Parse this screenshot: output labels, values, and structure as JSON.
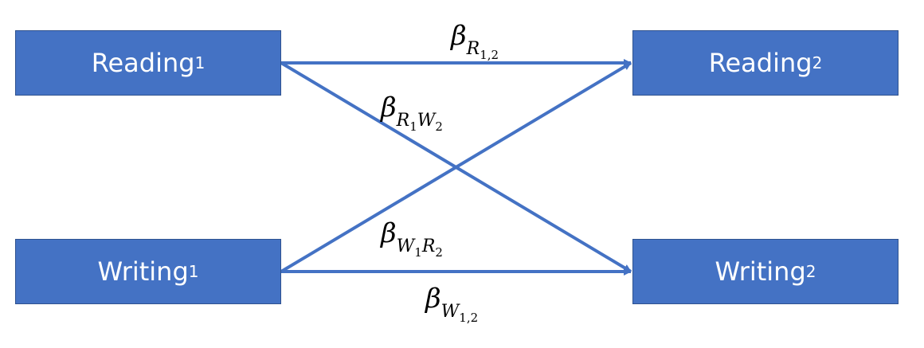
{
  "diagram": {
    "accent_color": "#4472c4",
    "boxes": [
      {
        "id": "r1",
        "name": "Reading",
        "index": "1"
      },
      {
        "id": "w1",
        "name": "Writing",
        "index": "1"
      },
      {
        "id": "r2",
        "name": "Reading",
        "index": "2"
      },
      {
        "id": "w2",
        "name": "Writing",
        "index": "2"
      }
    ],
    "paths": [
      {
        "from": "r1",
        "to": "r2",
        "symbol": "β",
        "sub": "R",
        "subsub": "1,2",
        "sub2": "",
        "subsub2": ""
      },
      {
        "from": "r1",
        "to": "w2",
        "symbol": "β",
        "sub": "R",
        "subsub": "1",
        "sub2": "W",
        "subsub2": "2"
      },
      {
        "from": "w1",
        "to": "r2",
        "symbol": "β",
        "sub": "W",
        "subsub": "1",
        "sub2": "R",
        "subsub2": "2"
      },
      {
        "from": "w1",
        "to": "w2",
        "symbol": "β",
        "sub": "W",
        "subsub": "1,2",
        "sub2": "",
        "subsub2": ""
      }
    ]
  }
}
